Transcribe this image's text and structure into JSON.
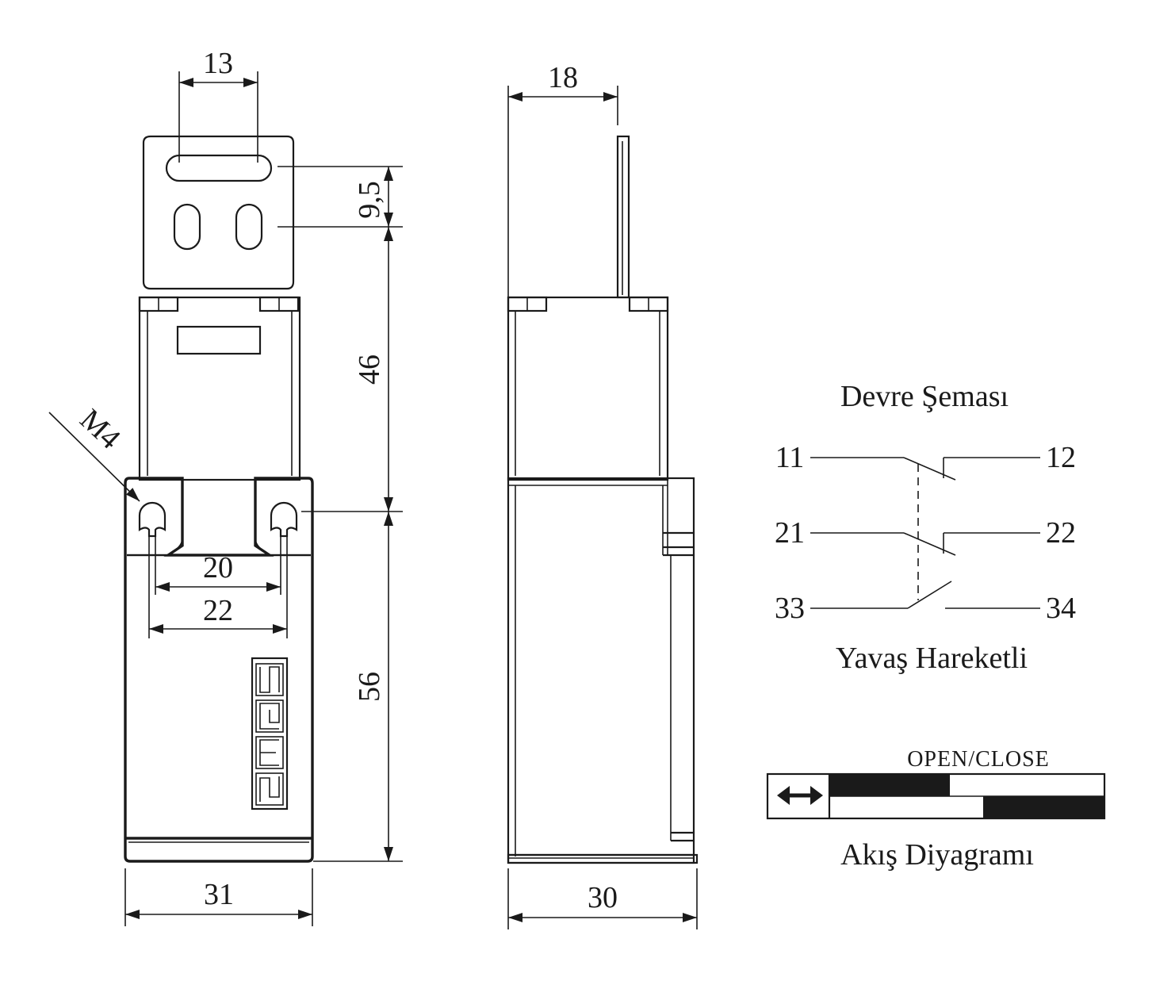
{
  "front_view": {
    "dim_top": "13",
    "dim_slot": "9,5",
    "dim_upper": "46",
    "dim_lower": "56",
    "dim_hole_inner": "20",
    "dim_hole_outer": "22",
    "dim_width": "31",
    "thread": "M4",
    "logo": "emas"
  },
  "side_view": {
    "dim_top": "18",
    "dim_width": "30"
  },
  "circuit": {
    "title": "Devre Şeması",
    "terminals": [
      "11",
      "12",
      "21",
      "22",
      "33",
      "34"
    ],
    "subtitle": "Yavaş Hareketli"
  },
  "flow": {
    "header": "OPEN/CLOSE",
    "title": "Akış Diyagramı",
    "icon": "double-arrow-icon"
  }
}
